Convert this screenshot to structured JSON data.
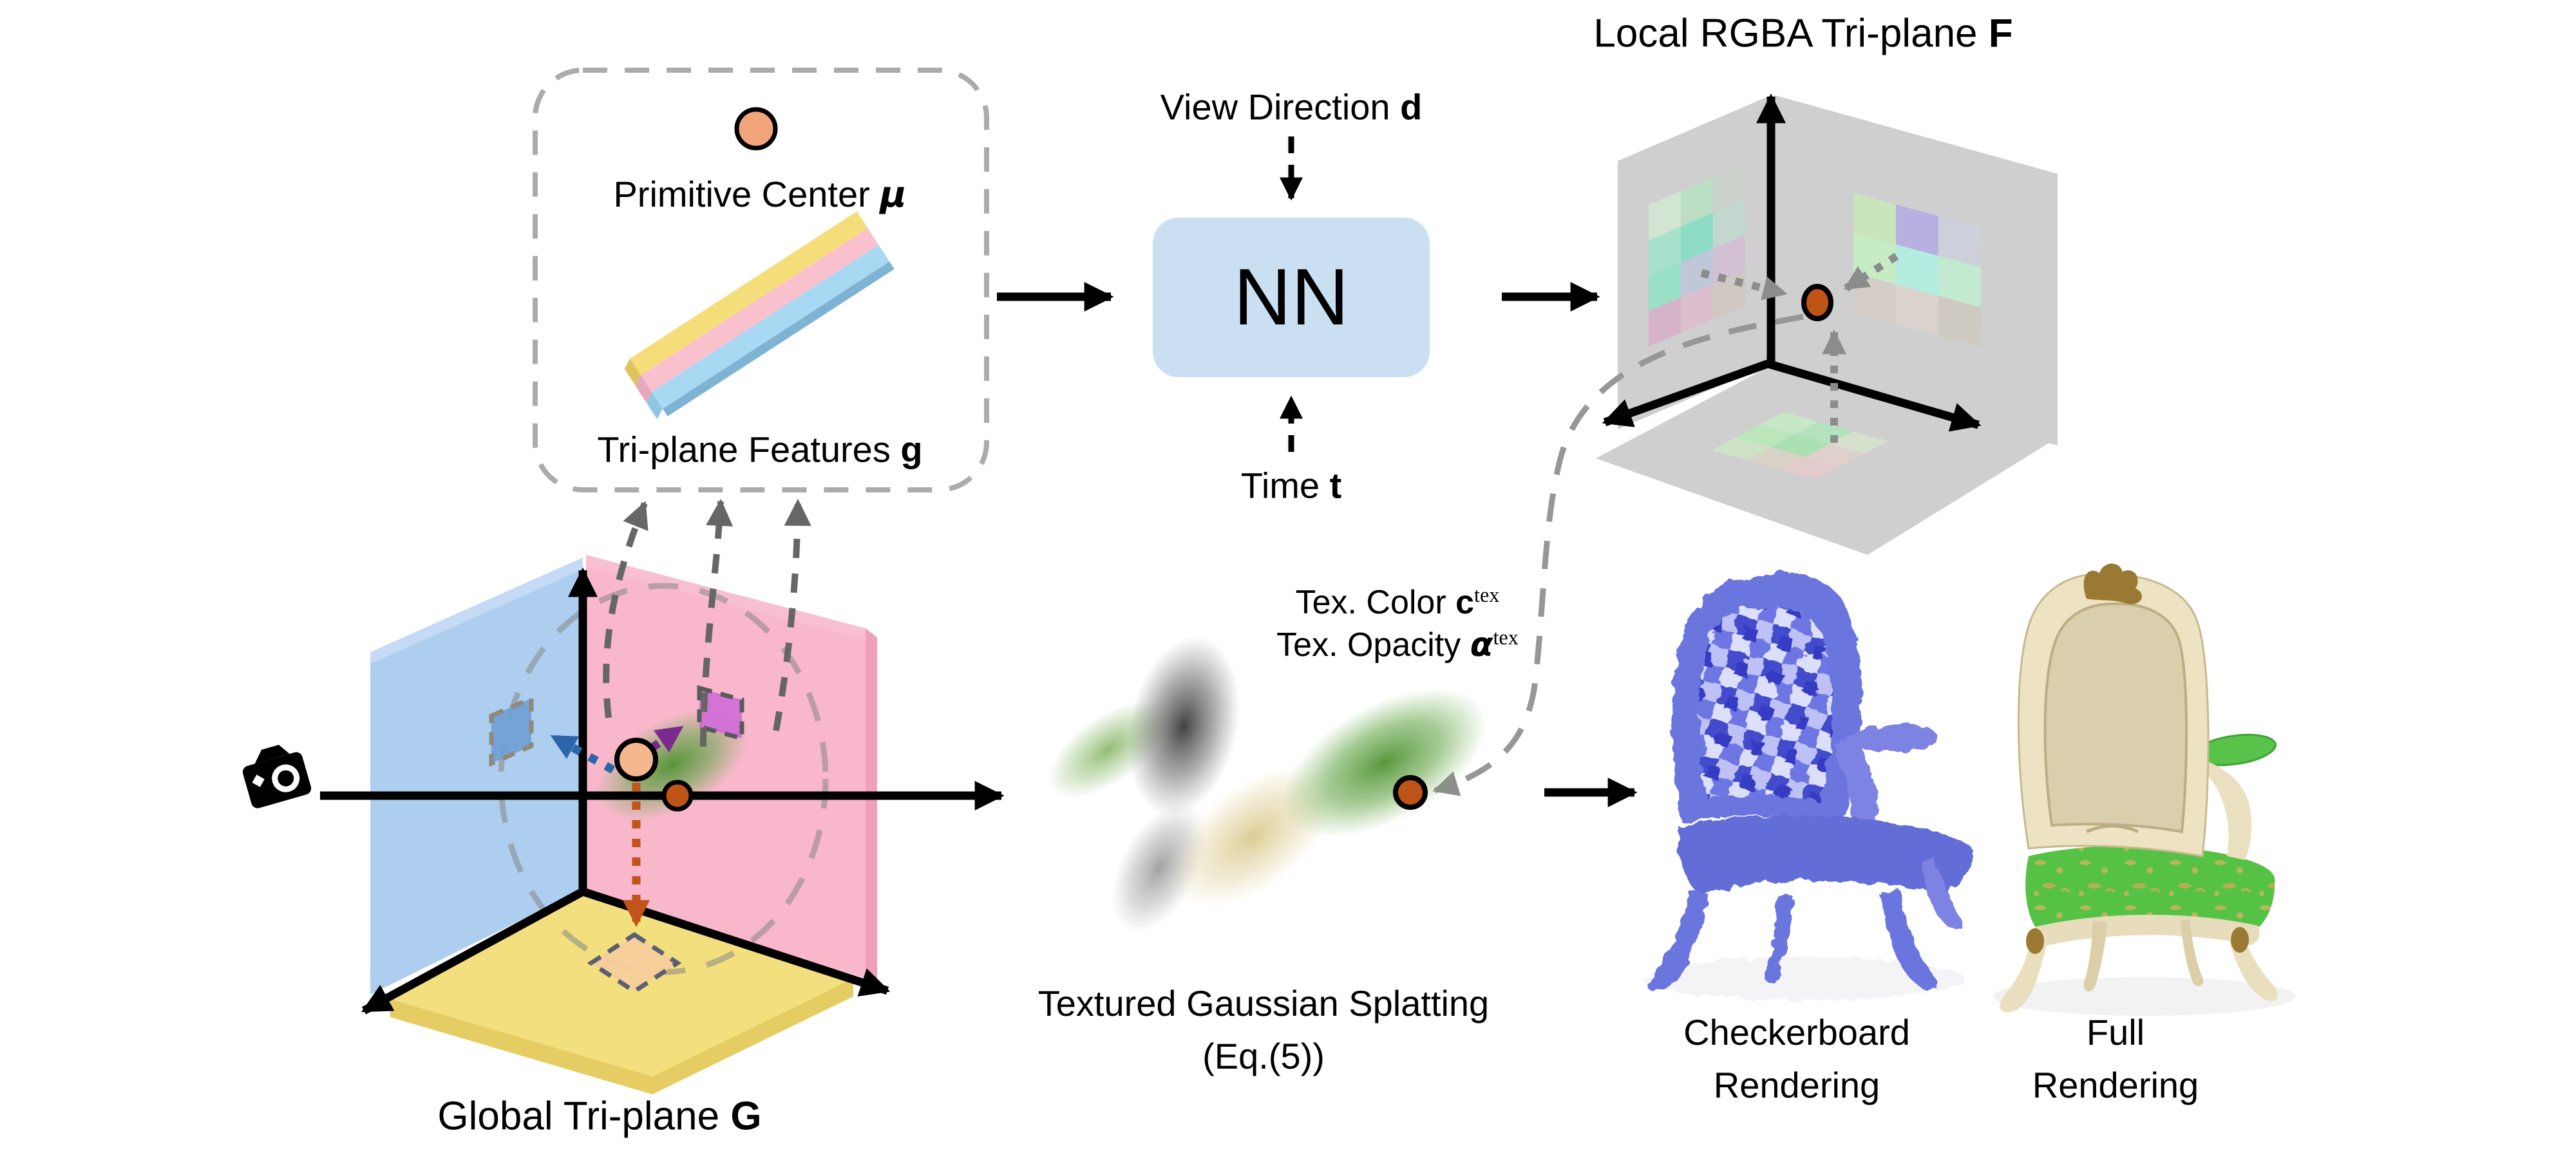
{
  "figure": {
    "feature_box": {
      "primitive_center_label": "Primitive Center",
      "primitive_center_symbol": "μ",
      "features_label": "Tri-plane Features",
      "features_symbol": "g"
    },
    "nn_block": {
      "label": "NN"
    },
    "inputs": {
      "view_direction_label": "View Direction",
      "view_direction_symbol": "d",
      "time_label": "Time",
      "time_symbol": "t"
    },
    "local_triplane": {
      "title_label": "Local RGBA Tri-plane",
      "title_symbol": "F"
    },
    "global_triplane": {
      "caption_label": "Global Tri-plane",
      "caption_symbol": "G"
    },
    "tex_labels": {
      "color_label": "Tex. Color",
      "color_symbol": "c",
      "color_sup": "tex",
      "opacity_label": "Tex. Opacity",
      "opacity_symbol": "α",
      "opacity_sup": "tex"
    },
    "splatting": {
      "caption_line1": "Textured Gaussian Splatting",
      "caption_line2": "(Eq.(5))"
    },
    "renderings": {
      "checkerboard_line1": "Checkerboard",
      "checkerboard_line2": "Rendering",
      "full_line1": "Full",
      "full_line2": "Rendering"
    },
    "colors": {
      "nn_box": "#CBDFF3",
      "plane_blue": "#A8CAEE",
      "plane_pink": "#F7B1C6",
      "plane_yellow": "#F3DF7D",
      "plane_gray": "#C7C7C7",
      "primitive_center_fill": "#F5B78D",
      "texel_point_fill": "#BE5417",
      "gaussian_green": "#5F9E3C",
      "patch_blue": "#6FA0D4",
      "patch_magenta": "#D16FD6",
      "patch_peach": "#F6CD9C",
      "arrow_blue": "#2A66A8",
      "arrow_purple": "#7B2B8F",
      "arrow_orange": "#C0541A",
      "dashed_gray": "#999999",
      "dashed_dark_gray": "#666666",
      "checkerboard_chair_blue": "#6B74DD",
      "full_chair_cream": "#EDE2C2",
      "cushion_green": "#55C145"
    }
  }
}
